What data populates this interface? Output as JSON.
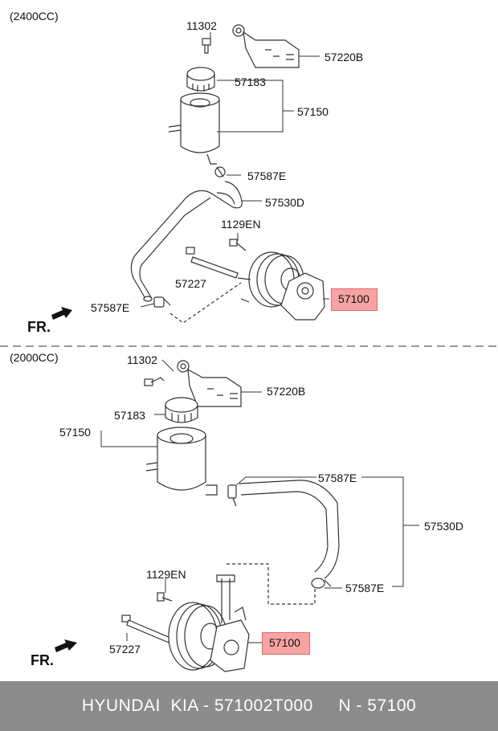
{
  "sections": [
    {
      "engine": "(2400CC)",
      "labels": {
        "bolt_top": "11302",
        "bracket": "57220B",
        "cap": "57183",
        "reservoir": "57150",
        "clamp_upper": "57587E",
        "hose": "57530D",
        "bolt_pump": "1129EN",
        "long_bolt": "57227",
        "clamp_lower": "57587E",
        "pump": "57100"
      },
      "fr": "FR."
    },
    {
      "engine": "(2000CC)",
      "labels": {
        "bolt_top": "11302",
        "bracket": "57220B",
        "cap": "57183",
        "reservoir": "57150",
        "clamp_upper": "57587E",
        "hose": "57530D",
        "clamp_lower": "57587E",
        "bolt_pump": "1129EN",
        "long_bolt": "57227",
        "pump": "57100"
      },
      "fr": "FR."
    }
  ],
  "footer": {
    "text": "HYUNDAI  KIA - 571002T000     N - 57100"
  },
  "colors": {
    "highlight": "#f7a3a3",
    "footer_bg": "#8c8c8c",
    "line": "#333333"
  }
}
